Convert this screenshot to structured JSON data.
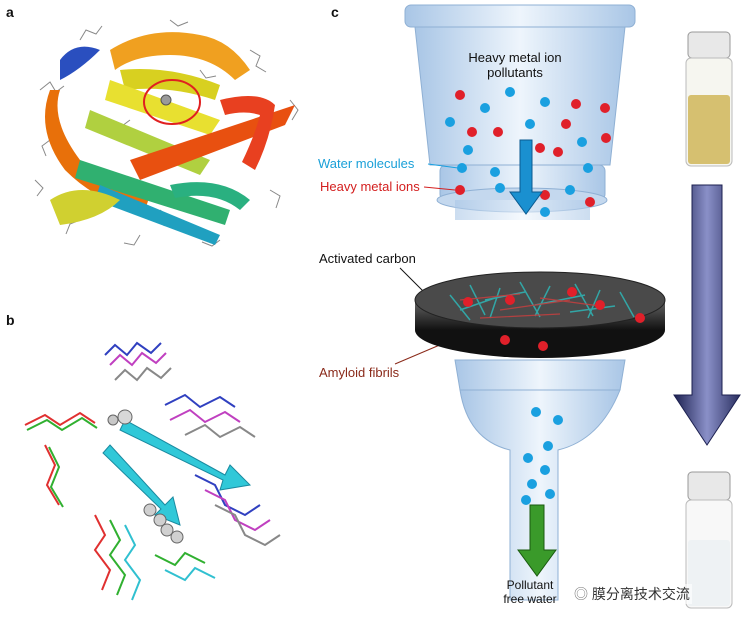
{
  "panels": {
    "a": "a",
    "b": "b",
    "c": "c"
  },
  "labels": {
    "heavy_metal_pollutants_line1": "Heavy metal ion",
    "heavy_metal_pollutants_line2": "pollutants",
    "water_molecules": "Water molecules",
    "heavy_metal_ions": "Heavy metal ions",
    "activated_carbon": "Activated carbon",
    "amyloid_fibrils": "Amyloid fibrils",
    "pollutant_free_line1": "Pollutant",
    "pollutant_free_line2": "free water"
  },
  "watermark": {
    "text": "膜分离技术交流"
  },
  "colors": {
    "water_molecule": "#1aa0e0",
    "heavy_metal_ion": "#e0202a",
    "funnel_glass": "#cfe0f2",
    "arrow_down": "#3a3f6e",
    "arrow_green": "#3a9a2a"
  }
}
